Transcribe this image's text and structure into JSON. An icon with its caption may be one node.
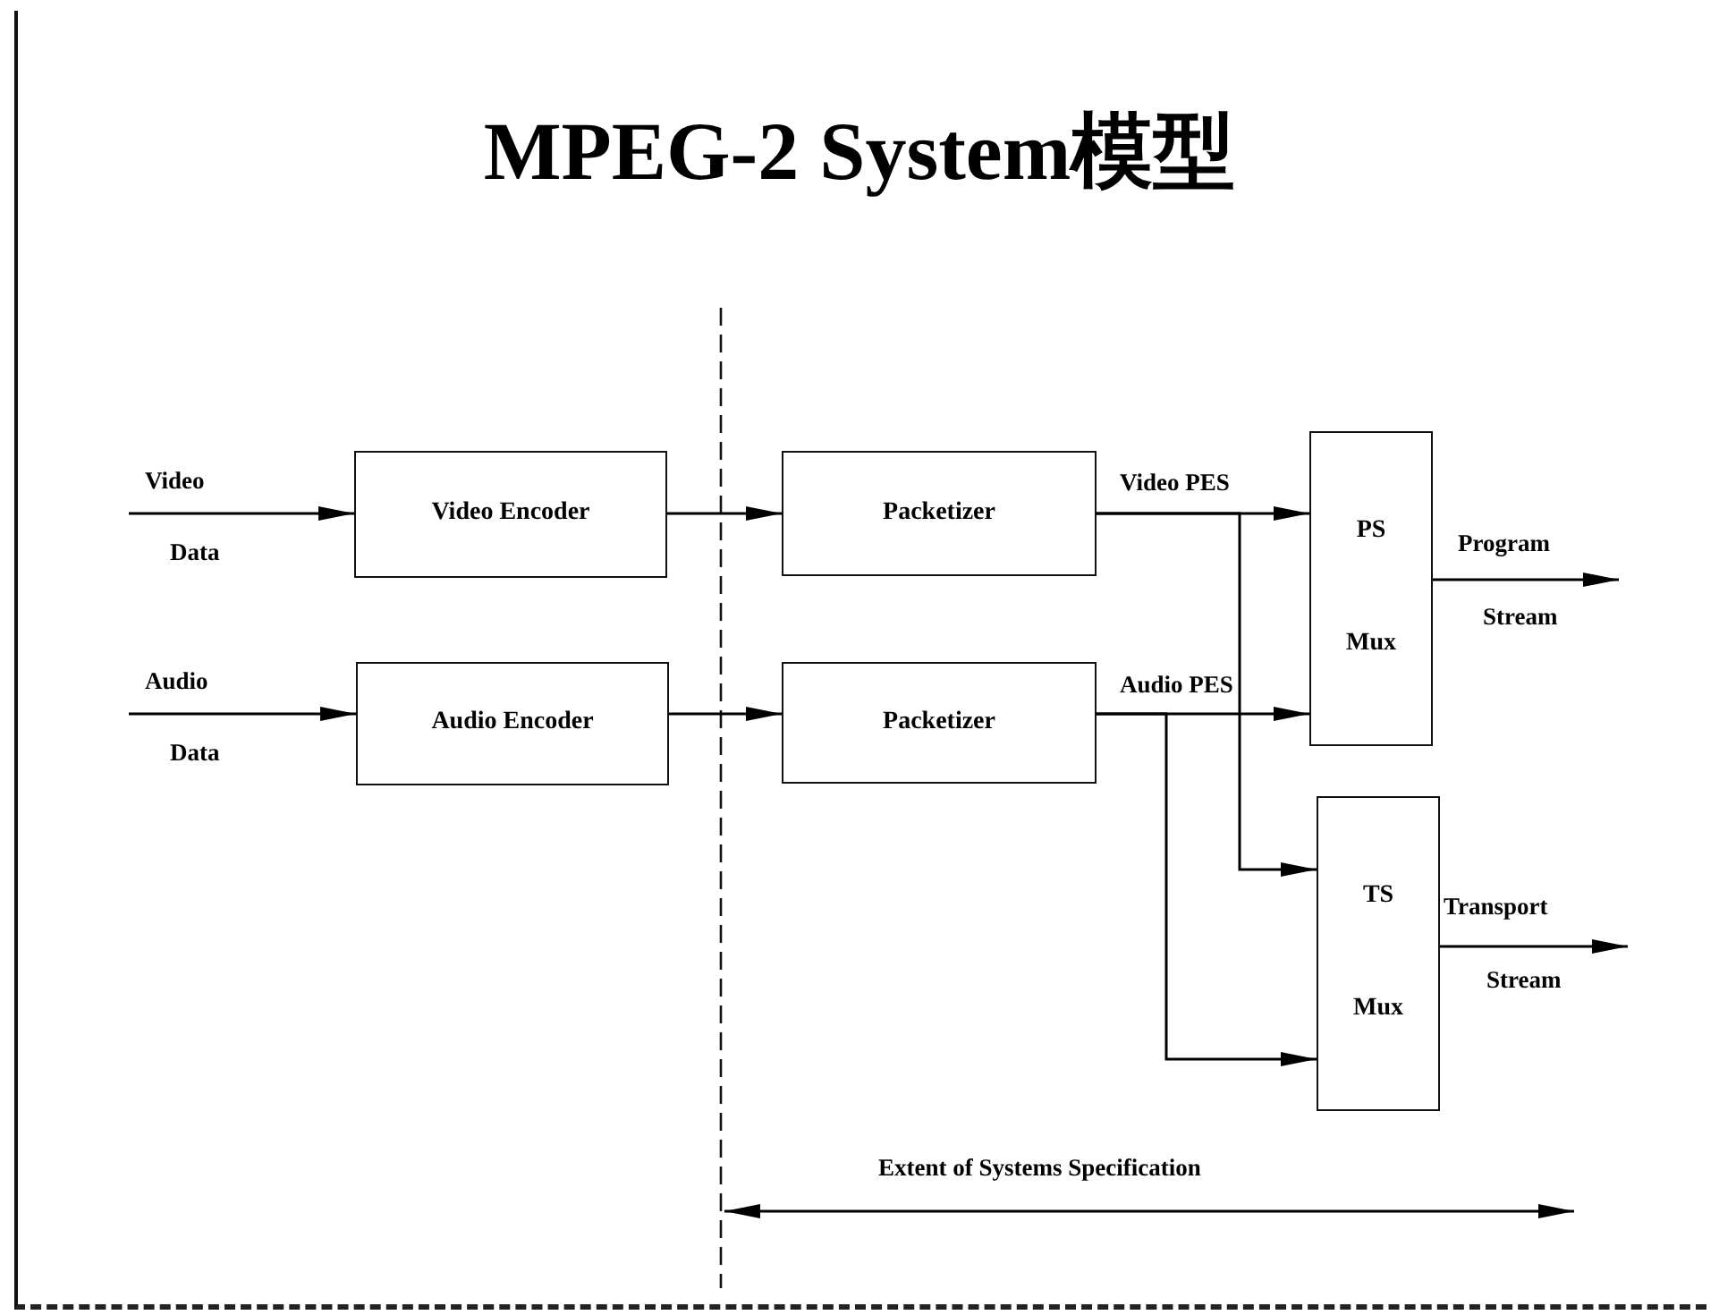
{
  "diagram": {
    "title": "MPEG-2 System模型",
    "nodes": [
      {
        "text": [
          "Video Encoder"
        ]
      },
      {
        "text": [
          "Audio Encoder"
        ]
      },
      {
        "text": [
          "Packetizer"
        ]
      },
      {
        "text": [
          "Packetizer"
        ]
      },
      {
        "text": [
          "PS",
          "Mux"
        ]
      },
      {
        "text": [
          "TS",
          "Mux"
        ]
      }
    ],
    "edges": [
      {
        "from": null,
        "to": 0,
        "arrow": "to",
        "label": "Video"
      },
      {
        "from": null,
        "to": 1,
        "arrow": "to",
        "label": "Audio"
      },
      {
        "from": 0,
        "to": 2,
        "arrow": "to"
      },
      {
        "from": 1,
        "to": 3,
        "arrow": "to"
      },
      {
        "from": 2,
        "to": 4,
        "arrow": "to",
        "label": "Video PES"
      },
      {
        "from": 3,
        "to": 4,
        "arrow": "to",
        "label": "Audio PES"
      },
      {
        "from": 2,
        "to": 5,
        "arrow": "to"
      },
      {
        "from": 3,
        "to": 5,
        "arrow": "to"
      },
      {
        "from": 4,
        "to": null,
        "arrow": "to",
        "label": "Program"
      },
      {
        "from": 5,
        "to": null,
        "arrow": "to",
        "label": "Transport"
      }
    ],
    "labels": [
      "Data",
      "Data",
      "Stream",
      "Stream",
      "Extent of Systems Specification"
    ]
  }
}
